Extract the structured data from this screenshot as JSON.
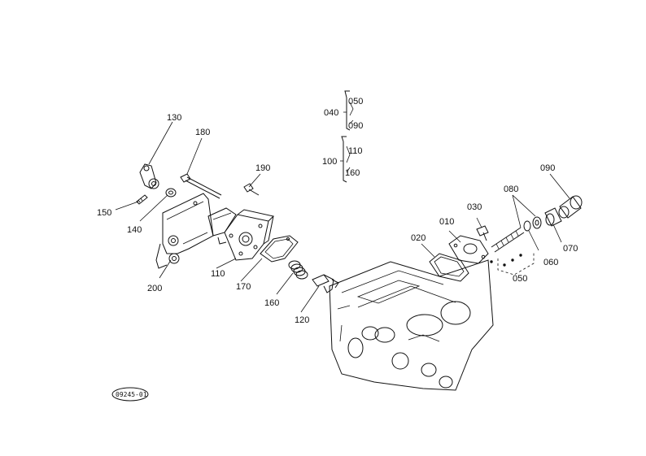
{
  "labels": {
    "p130": "130",
    "p180": "180",
    "p190": "190",
    "p150": "150",
    "p140": "140",
    "p200": "200",
    "p110": "110",
    "p170": "170",
    "p160": "160",
    "p120": "120",
    "p020": "020",
    "p010": "010",
    "p030": "030",
    "p080": "080",
    "p090": "090",
    "p060": "060",
    "p070": "070",
    "p050": "050"
  },
  "legend": {
    "g040": "040",
    "g040_a": "050",
    "g040_b": "090",
    "g100": "100",
    "g100_a": "110",
    "g100_b": "160"
  },
  "stamp": "09245-01"
}
